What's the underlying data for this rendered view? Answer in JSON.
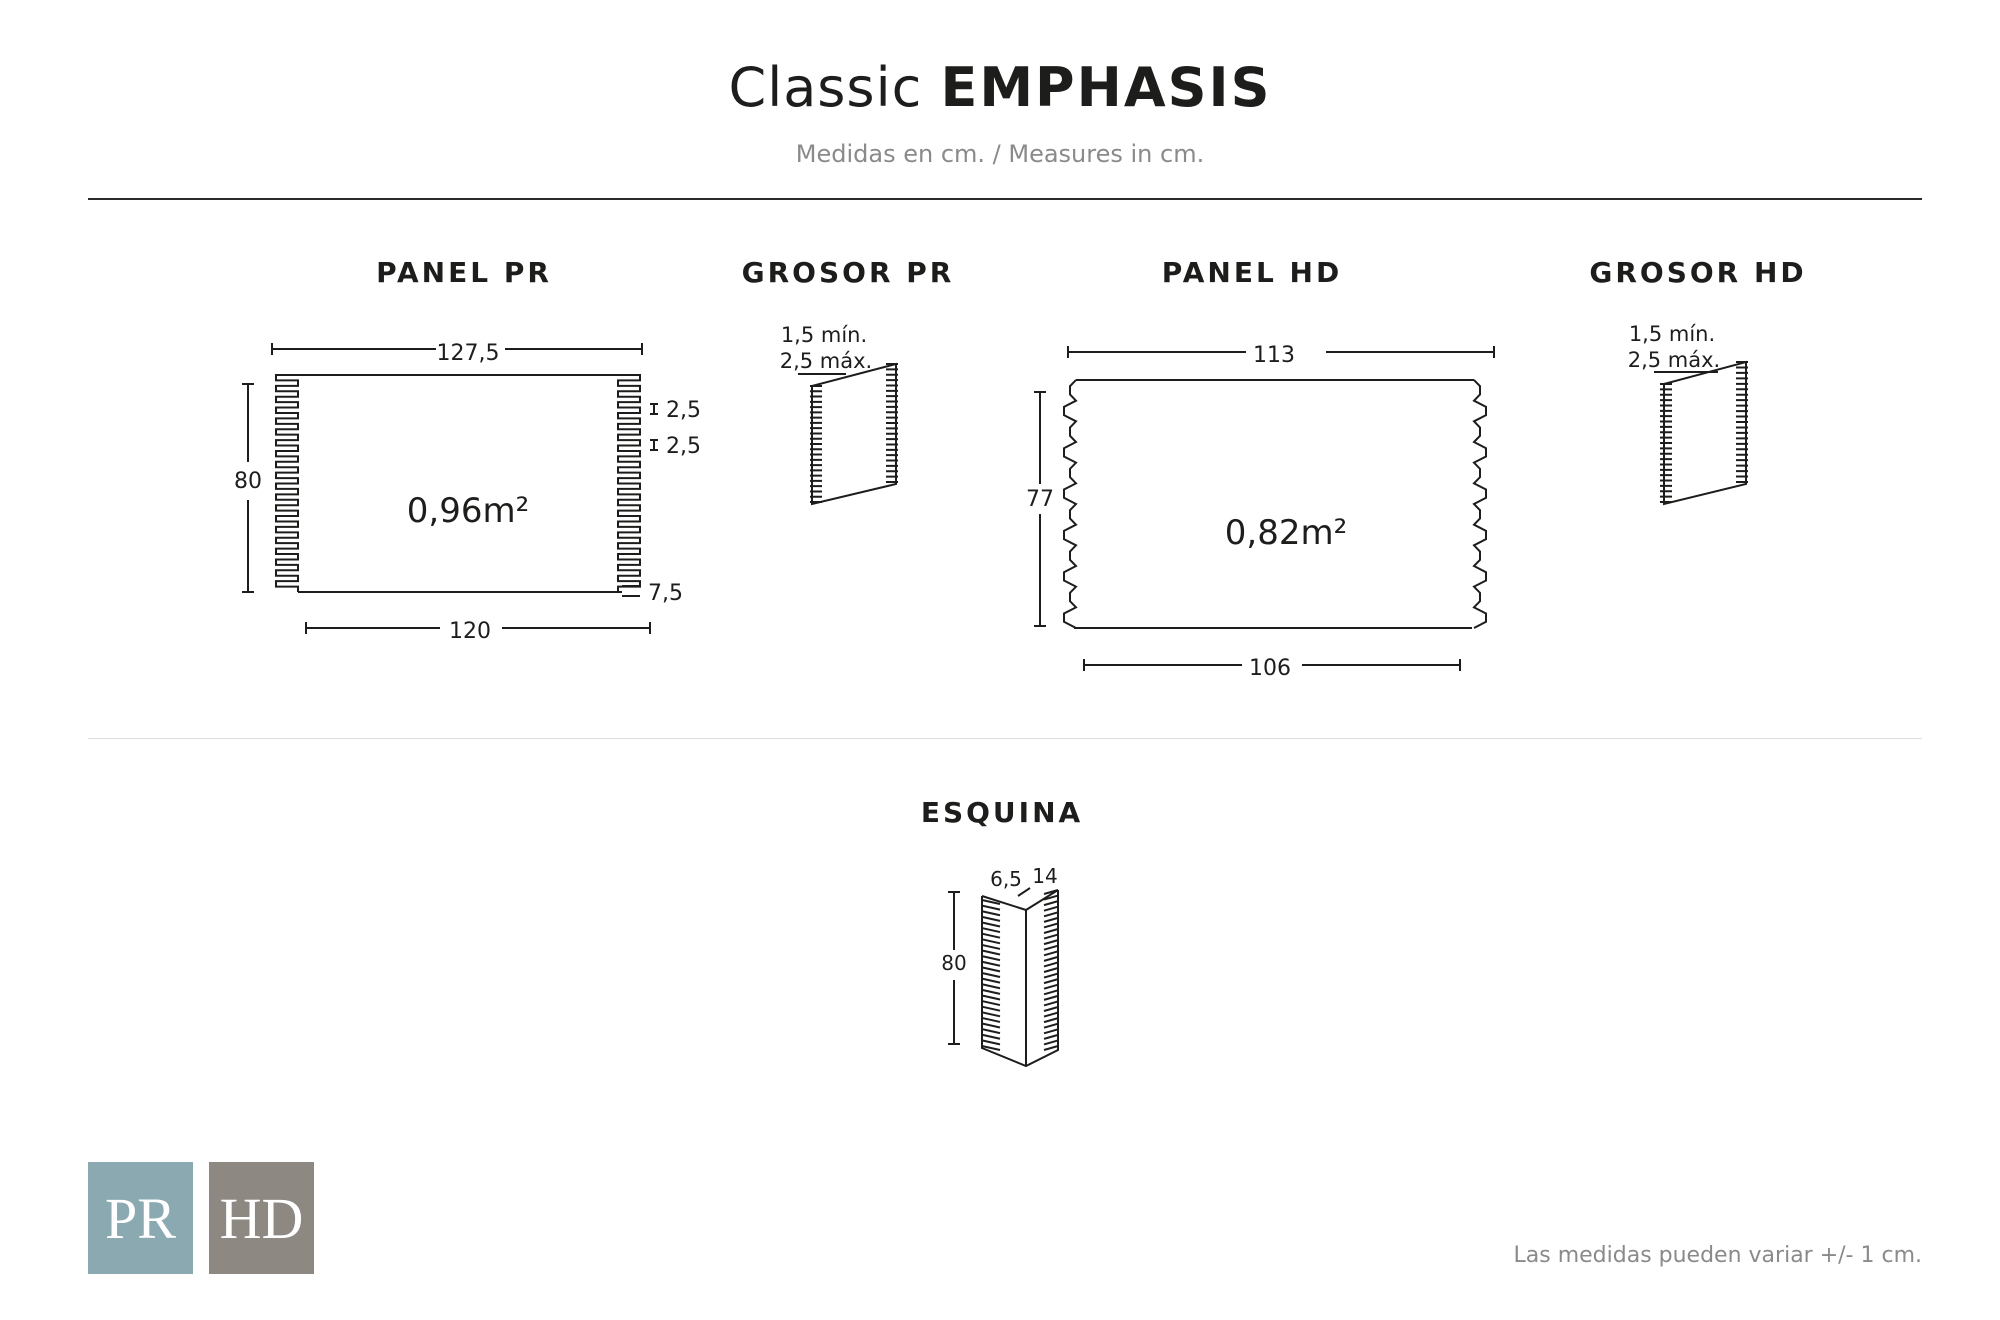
{
  "header": {
    "title_light": "Classic",
    "title_bold": "EMPHASIS",
    "subtitle": "Medidas en cm. / Measures in cm."
  },
  "sections": {
    "panel_pr": {
      "title": "PANEL PR",
      "width_top": "127,5",
      "height": "80",
      "area": "0,96m²",
      "width_bottom": "120",
      "tooth_a": "2,5",
      "tooth_b": "2,5",
      "tooth_end": "7,5"
    },
    "grosor_pr": {
      "title": "GROSOR PR",
      "min": "1,5 mín.",
      "max": "2,5 máx."
    },
    "panel_hd": {
      "title": "PANEL HD",
      "width_top": "113",
      "height": "77",
      "area": "0,82m²",
      "width_bottom": "106"
    },
    "grosor_hd": {
      "title": "GROSOR HD",
      "min": "1,5 mín.",
      "max": "2,5 máx."
    },
    "esquina": {
      "title": "ESQUINA",
      "depth_a": "6,5",
      "depth_b": "14",
      "height": "80"
    }
  },
  "badges": {
    "pr": "PR",
    "hd": "HD"
  },
  "badge_colors": {
    "pr": "#8aa9b1",
    "hd": "#8e8883"
  },
  "footer": {
    "note": "Las medidas pueden variar +/- 1 cm."
  }
}
